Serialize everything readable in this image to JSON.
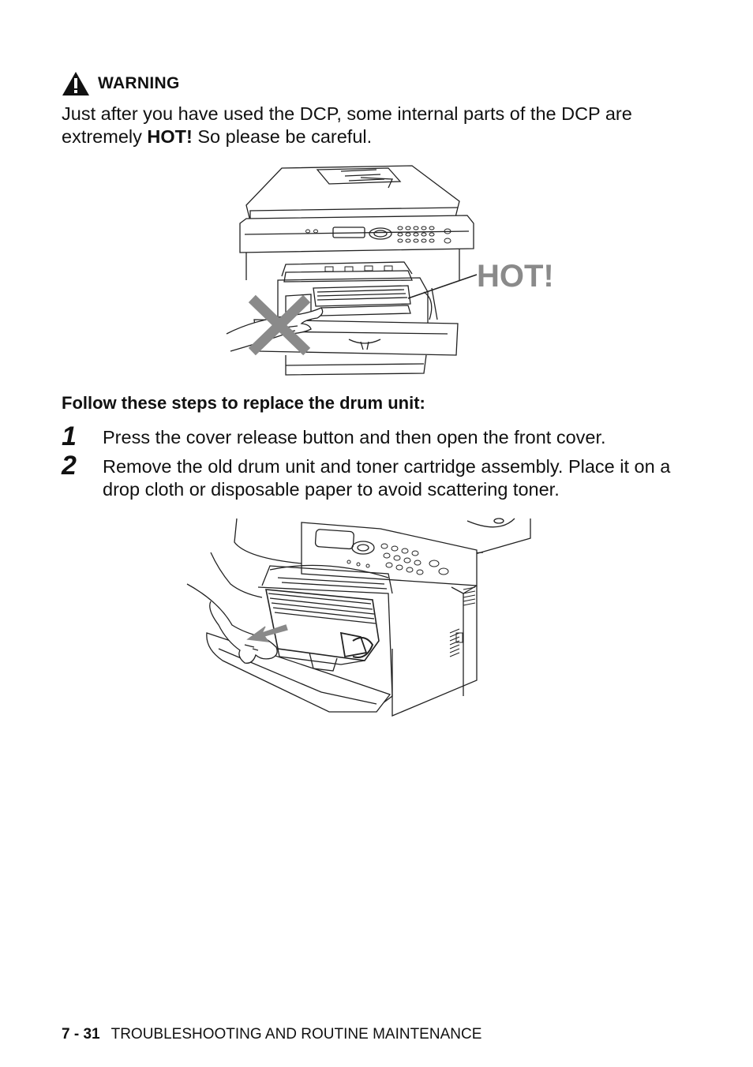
{
  "warning": {
    "icon": "warning-triangle-icon",
    "title": "WARNING",
    "text_before": "Just after you have used the DCP, some internal parts of the DCP are extremely ",
    "text_bold": "HOT!",
    "text_after": " So please be careful."
  },
  "figure1": {
    "callout": "HOT!"
  },
  "steps": {
    "heading": "Follow these steps to replace the drum unit:",
    "items": [
      {
        "number": "1",
        "text": "Press the cover release button and then open the front cover."
      },
      {
        "number": "2",
        "text": "Remove the old drum unit and toner cartridge assembly. Place it on a drop cloth or disposable paper to avoid scattering toner."
      }
    ]
  },
  "footer": {
    "page": "7 - 31",
    "section": "TROUBLESHOOTING AND ROUTINE MAINTENANCE"
  }
}
